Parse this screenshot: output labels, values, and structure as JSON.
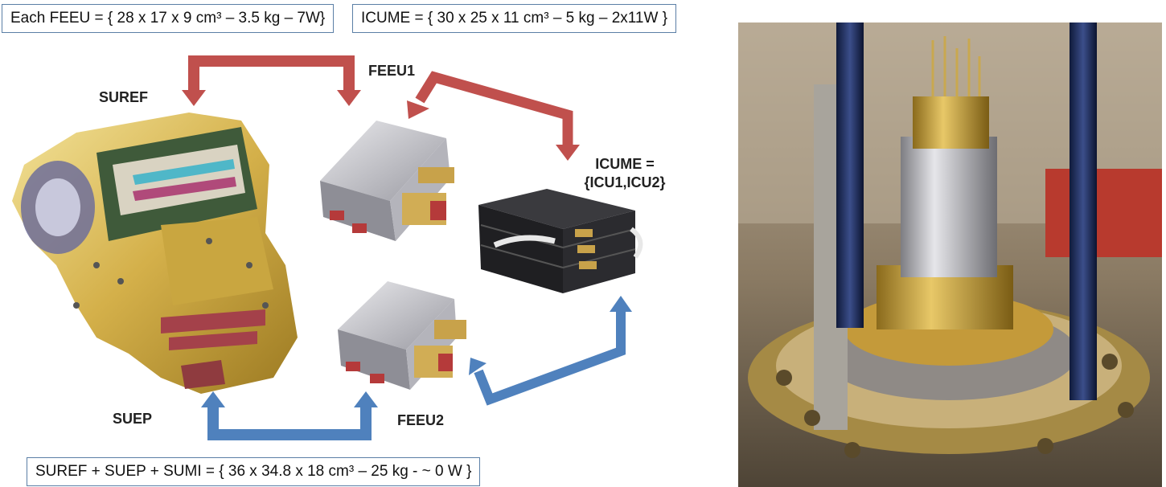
{
  "boxes": {
    "feeu_spec": "Each FEEU = { 28 x 17 x 9 cm³ – 3.5 kg – 7W}",
    "icume_spec": "ICUME = { 30 x 25 x 11 cm³ – 5 kg – 2x11W }",
    "suref_spec": "SUREF + SUEP + SUMI = { 36 x 34.8 x 18 cm³ – 25 kg - ~ 0 W }"
  },
  "labels": {
    "suref": "SUREF",
    "feeu1": "FEEU1",
    "icume_line1": "ICUME =",
    "icume_line2": "{ICU1,ICU2}",
    "suep": "SUEP",
    "feeu2": "FEEU2"
  },
  "colors": {
    "red_arrow": "#c0504d",
    "blue_arrow": "#4f81bd"
  }
}
